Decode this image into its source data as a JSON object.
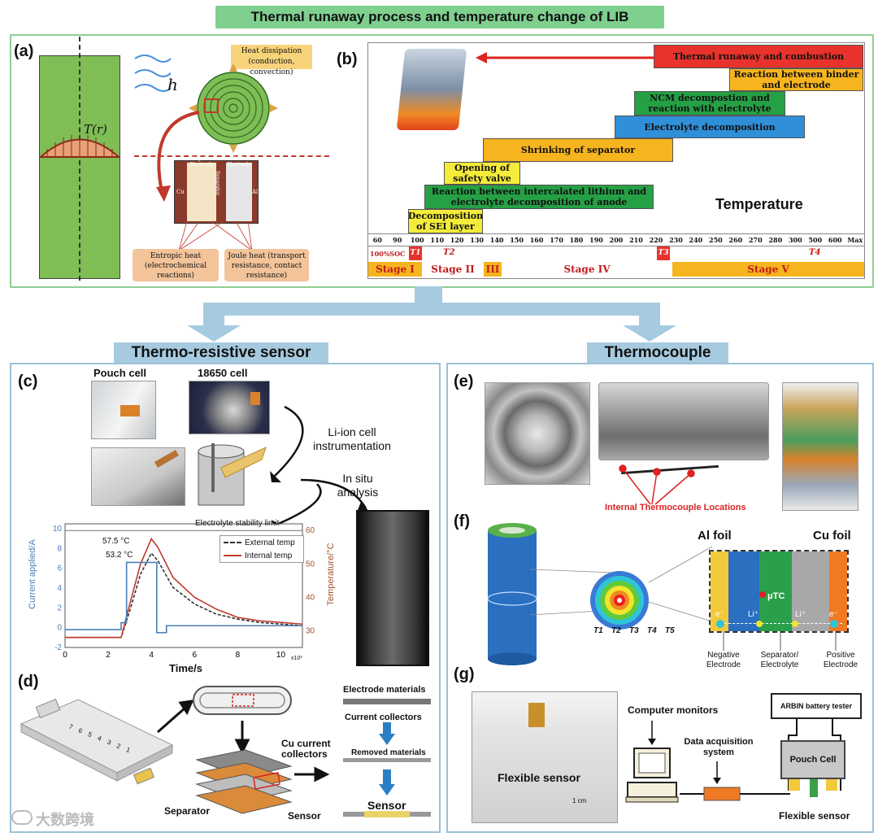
{
  "title": "Thermal runaway process and temperature change of LIB",
  "panel_labels": {
    "a": "(a)",
    "b": "(b)",
    "c": "(c)",
    "d": "(d)",
    "e": "(e)",
    "f": "(f)",
    "g": "(g)"
  },
  "panel_a": {
    "h_label": "h",
    "tr_label": "T(r)",
    "heat_dissipation": "Heat dissipation (conduction, convection)",
    "negative_electrode": "Negative Electrode",
    "positive_electrode": "LBE Electrode",
    "cu": "Cu",
    "al": "Al",
    "separator": "Separator",
    "entropic_heat": "Entropic heat (electrochemical reactions)",
    "joule_heat": "Joule heat (transport resistance, contact resistance)"
  },
  "panel_b": {
    "temperature_label": "Temperature",
    "bars": [
      {
        "label": "Thermal runaway and combustion",
        "color": "#e8322c"
      },
      {
        "label": "Reaction between binder and electrode",
        "color": "#f6b51e"
      },
      {
        "label": "NCM decompostion and reaction with electrolyte",
        "color": "#25a045"
      },
      {
        "label": "Electrolyte decomposition",
        "color": "#2f8fd8"
      },
      {
        "label": "Shrinking of separator",
        "color": "#f6b51e"
      },
      {
        "label": "Opening of safety valve",
        "color": "#f4ec3a"
      },
      {
        "label": "Reaction between intercalated lithium and electrolyte decomposition of anode",
        "color": "#25a045"
      },
      {
        "label": "Decomposition of SEI layer",
        "color": "#f4ec3a"
      }
    ],
    "ticks": [
      "60",
      "90",
      "100",
      "110",
      "120",
      "130",
      "140",
      "150",
      "160",
      "170",
      "180",
      "190",
      "200",
      "210",
      "220",
      "230",
      "240",
      "250",
      "260",
      "270",
      "280",
      "300",
      "500",
      "600",
      "Max"
    ],
    "soc": "100%SOC",
    "t1": "T1",
    "t2": "T2",
    "t3": "T3",
    "t4": "T4",
    "stages": [
      "Stage I",
      "Stage II",
      "III",
      "Stage IV",
      "Stage V"
    ]
  },
  "sections": {
    "left": "Thermo-resistive sensor",
    "right": "Thermocouple"
  },
  "panel_c": {
    "pouch_cell": "Pouch cell",
    "cell_18650": "18650 cell",
    "instrumentation": "Li-ion cell instrumentation",
    "in_situ": "In situ analysis",
    "electrolyte_limit": "Electrolyte stability limit",
    "peak1": "57.5 °C",
    "peak2": "53.2 °C",
    "legend_external": "External temp",
    "legend_internal": "Internal temp",
    "ylabel_left": "Current applied/A",
    "ylabel_right": "Temperature/°C",
    "xlabel": "Time/s",
    "x_multiplier": "x10³",
    "x_ticks": [
      "0",
      "2",
      "4",
      "6",
      "8",
      "10"
    ],
    "y_left_ticks": [
      "10",
      "8",
      "6",
      "4",
      "2",
      "0",
      "-2"
    ],
    "y_right_ticks": [
      "60",
      "50",
      "40",
      "30"
    ]
  },
  "chart_data": {
    "type": "line",
    "xlabel": "Time/s",
    "ylabel": "Current applied/A",
    "ylabel_right": "Temperature/°C",
    "xlim": [
      0,
      11
    ],
    "ylim": [
      -2,
      10.5
    ],
    "ylim_right": [
      25,
      62
    ],
    "x_unit_multiplier": "x10³",
    "series": [
      {
        "name": "External temp",
        "axis": "right",
        "color": "#333333",
        "dashed": true,
        "x": [
          0,
          2.6,
          3.0,
          3.5,
          4.0,
          4.3,
          5.0,
          6.0,
          7.0,
          8.0,
          9.0,
          10.0,
          11.0
        ],
        "y": [
          28,
          28,
          36,
          47,
          53.2,
          51,
          43,
          38,
          35,
          33.5,
          32.5,
          32,
          31.5
        ]
      },
      {
        "name": "Internal temp",
        "axis": "right",
        "color": "#c0392b",
        "dashed": false,
        "x": [
          0,
          2.6,
          3.0,
          3.5,
          4.0,
          4.3,
          5.0,
          6.0,
          7.0,
          8.0,
          9.0,
          10.0,
          11.0
        ],
        "y": [
          28,
          28,
          38,
          50,
          57.5,
          55,
          46,
          40,
          36.5,
          34,
          33,
          32.5,
          32
        ]
      },
      {
        "name": "Current",
        "axis": "left",
        "color": "#4a7fb5",
        "dashed": false,
        "x": [
          0,
          2.6,
          2.6,
          2.85,
          2.85,
          4.25,
          4.25,
          4.7,
          4.7,
          11
        ],
        "y": [
          -0.2,
          -0.2,
          0.5,
          0.5,
          6.6,
          6.6,
          -0.5,
          -0.5,
          0.2,
          0.2
        ]
      }
    ],
    "annotations": [
      "Electrolyte stability limit",
      "57.5 °C",
      "53.2 °C"
    ]
  },
  "panel_d": {
    "electrode_materials": "Electrode materials",
    "current_collectors": "Current collectors",
    "removed_materials": "Removed materials",
    "sensor_right": "Sensor",
    "cu_collectors": "Cu current collectors",
    "separator": "Separator",
    "sensor": "Sensor",
    "cell_marks": "7 6 5 4 3 2 1"
  },
  "panel_e": {
    "locations": "Internal Thermocouple Locations"
  },
  "panel_f": {
    "al_foil": "Al foil",
    "cu_foil": "Cu foil",
    "utc": "μTC",
    "li1": "Li⁺",
    "li2": "Li⁺",
    "e1": "e⁻",
    "e2": "e⁻",
    "t_labels": [
      "T1",
      "T2",
      "T3",
      "T4",
      "T5"
    ],
    "negative": "Negative Electrode",
    "separator": "Separator/ Electrolyte",
    "positive": "Positive Electrode"
  },
  "panel_g": {
    "flexible_sensor_photo": "Flexible sensor",
    "scale": "1 cm",
    "computer_monitors": "Computer monitors",
    "daq": "Data acquisition system",
    "arbin": "ARBIN battery tester",
    "pouch_cell": "Pouch Cell",
    "flexible_sensor": "Flexible sensor"
  },
  "watermark": "大数跨境"
}
